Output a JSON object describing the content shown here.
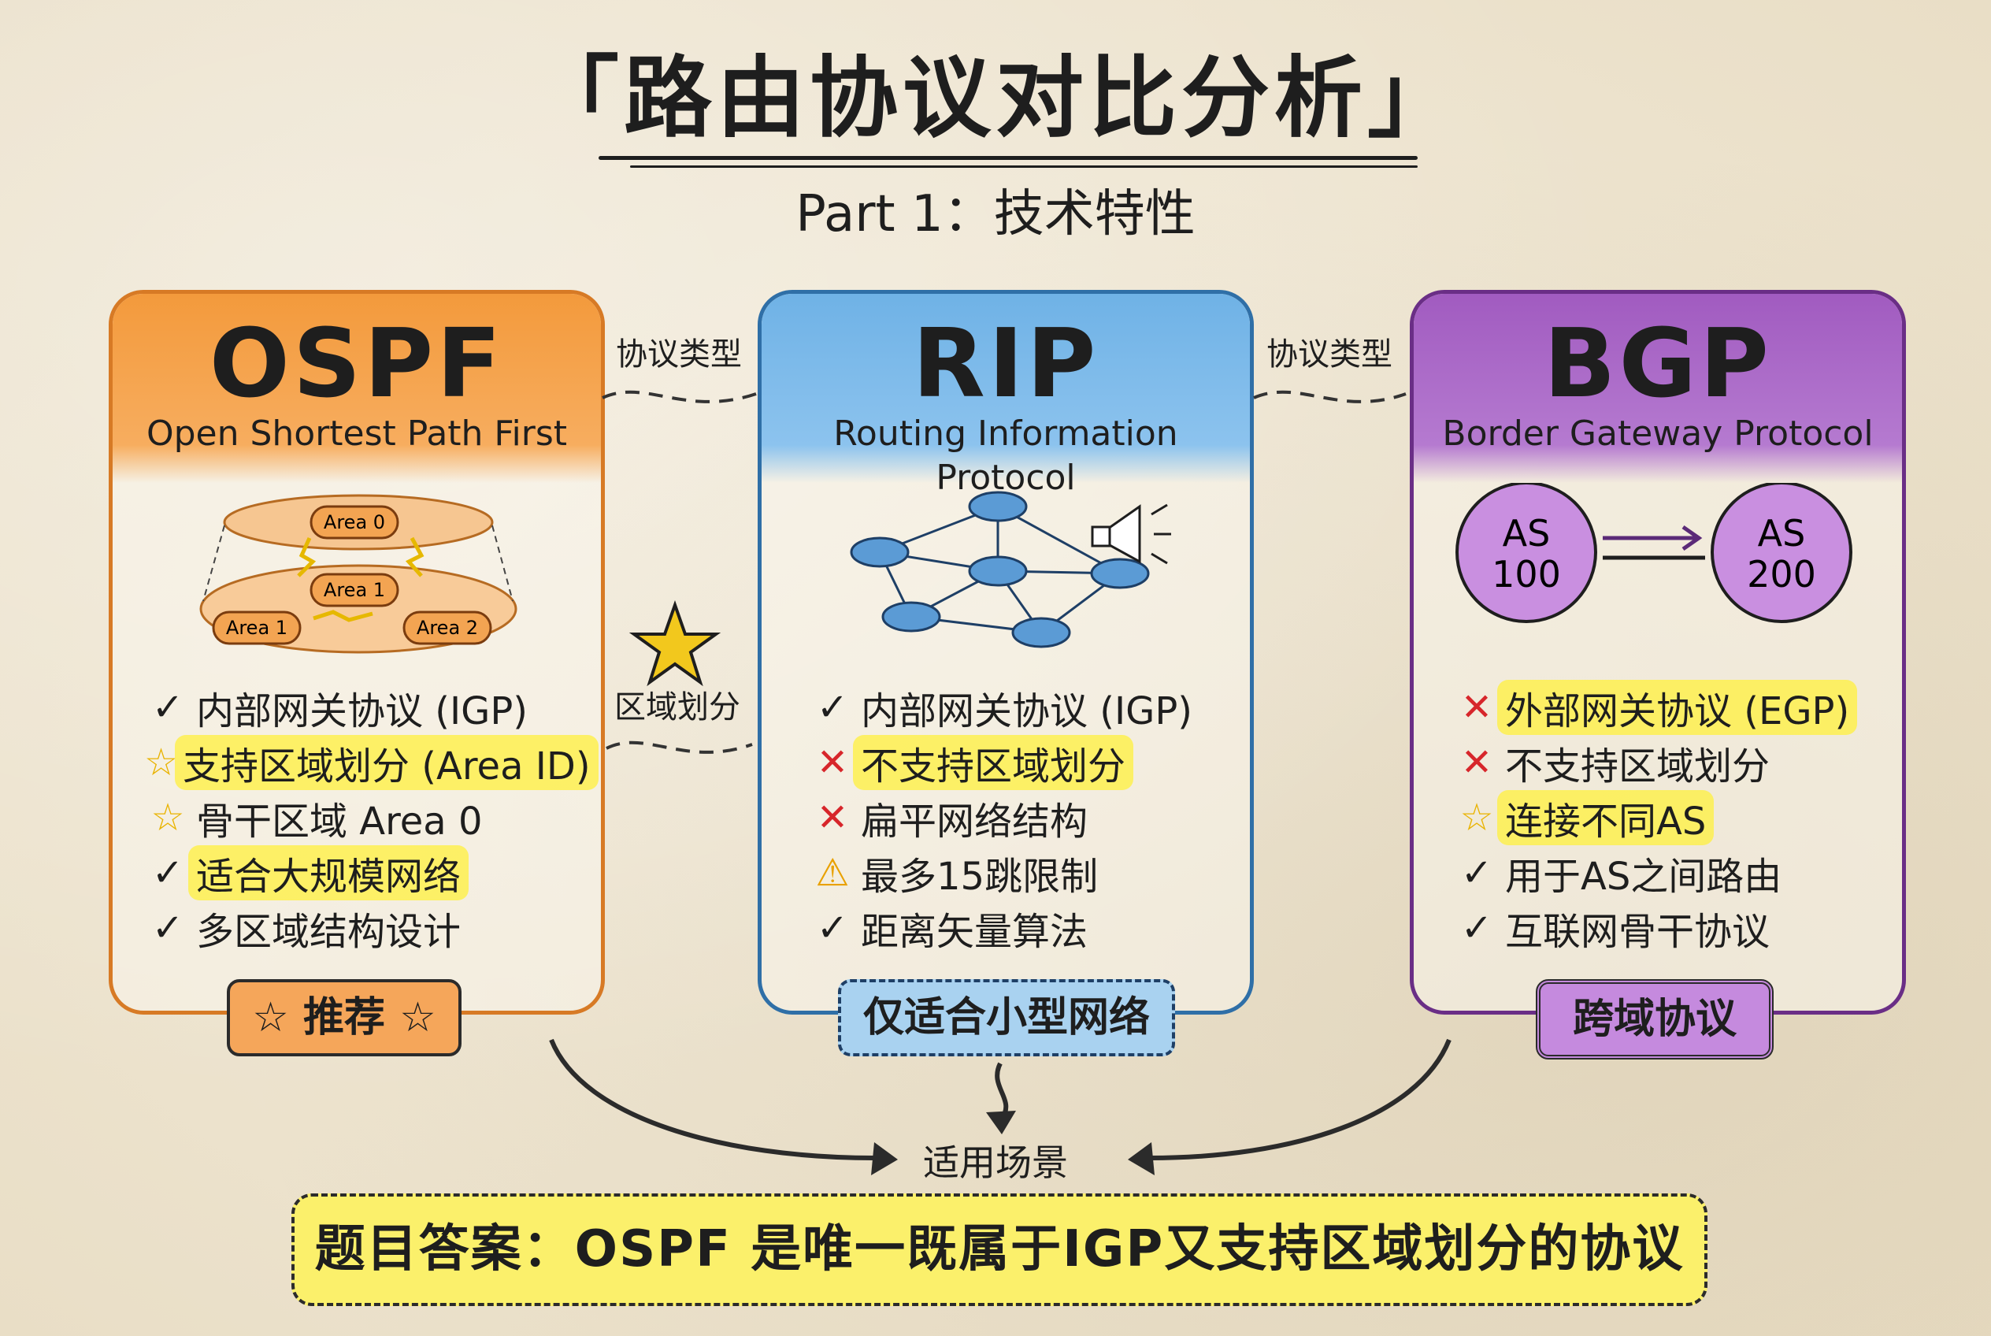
{
  "title": "「路由协议对比分析」",
  "subtitle": "Part 1：技术特性",
  "side_labels": {
    "left_top": "协议类型",
    "right_top": "协议类型",
    "left_mid": "区域划分"
  },
  "colors": {
    "ospf": "#f39a3c",
    "rip": "#6fb2e6",
    "bgp": "#a15bc0",
    "highlight": "#fbf06b",
    "cross": "#d7262b",
    "star": "#f2c81d"
  },
  "cards": [
    {
      "name": "OSPF",
      "full_name": "Open Shortest Path First",
      "diagram": {
        "areas": [
          "Area 0",
          "Area 1",
          "Area 1",
          "Area 2"
        ]
      },
      "features": [
        {
          "icon": "check-icon",
          "text": "内部网关协议 (IGP)",
          "highlight": false
        },
        {
          "icon": "star-icon",
          "text": "支持区域划分 (Area ID)",
          "highlight": true
        },
        {
          "icon": "star-icon",
          "text": "骨干区域 Area 0",
          "highlight": false
        },
        {
          "icon": "check-icon",
          "text": "适合大规模网络",
          "highlight": true
        },
        {
          "icon": "check-icon",
          "text": "多区域结构设计",
          "highlight": false
        }
      ],
      "badge": "☆ 推荐 ☆"
    },
    {
      "name": "RIP",
      "full_name": "Routing Information Protocol",
      "features": [
        {
          "icon": "check-icon",
          "text": "内部网关协议 (IGP)",
          "highlight": false
        },
        {
          "icon": "cross-icon",
          "text": "不支持区域划分",
          "highlight": true
        },
        {
          "icon": "cross-icon",
          "text": "扁平网络结构",
          "highlight": false
        },
        {
          "icon": "warning-icon",
          "text": "最多15跳限制",
          "highlight": false
        },
        {
          "icon": "check-icon",
          "text": "距离矢量算法",
          "highlight": false
        }
      ],
      "badge": "仅适合小型网络"
    },
    {
      "name": "BGP",
      "full_name": "Border Gateway Protocol",
      "diagram": {
        "as_left": [
          "AS",
          "100"
        ],
        "as_right": [
          "AS",
          "200"
        ]
      },
      "features": [
        {
          "icon": "cross-icon",
          "text": "外部网关协议 (EGP)",
          "highlight": true
        },
        {
          "icon": "cross-icon",
          "text": "不支持区域划分",
          "highlight": false
        },
        {
          "icon": "star-icon",
          "text": "连接不同AS",
          "highlight": true
        },
        {
          "icon": "check-icon",
          "text": "用于AS之间路由",
          "highlight": false
        },
        {
          "icon": "check-icon",
          "text": "互联网骨干协议",
          "highlight": false
        }
      ],
      "badge": "跨域协议"
    }
  ],
  "scene_label": "适用场景",
  "answer": "题目答案：OSPF 是唯一既属于IGP又支持区域划分的协议"
}
